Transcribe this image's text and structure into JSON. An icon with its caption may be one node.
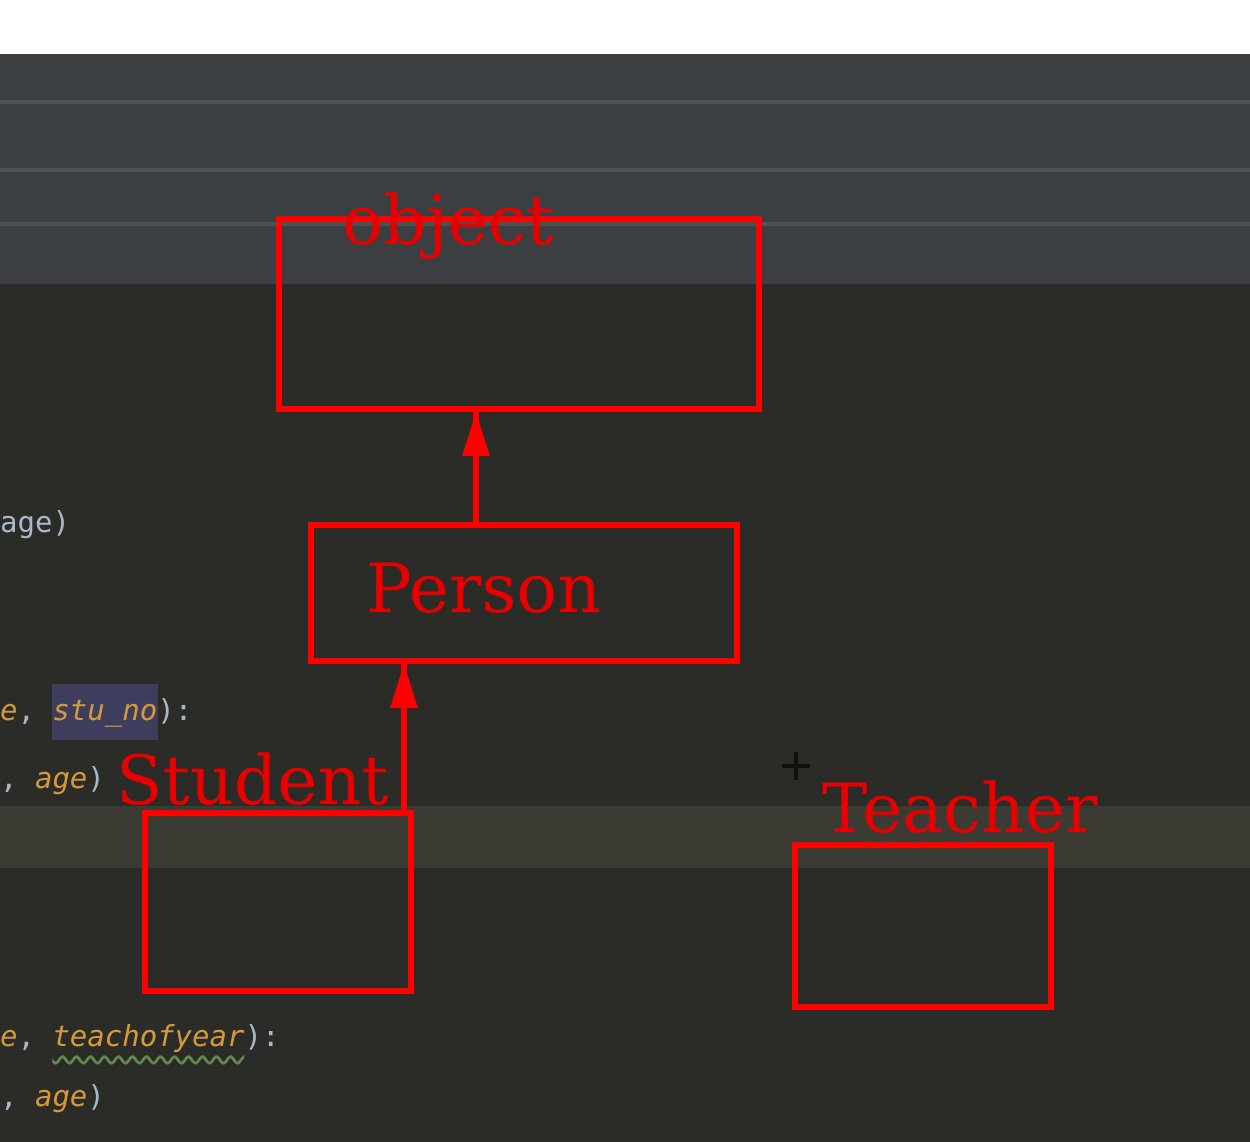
{
  "diagram": {
    "nodes": [
      {
        "text": [
          "object"
        ]
      },
      {
        "text": [
          "Person"
        ]
      },
      {
        "text": [
          "Student"
        ]
      },
      {
        "text": [
          "Teacher"
        ]
      }
    ],
    "edges": [
      {
        "from": 2,
        "to": 1,
        "arrow": "to"
      },
      {
        "from": 1,
        "to": 0,
        "arrow": "to"
      }
    ],
    "labels": [
      "age)",
      "*e*, *stu_no*):",
      ", *age*)",
      "*e*, *teachofyear*):",
      ", *age*)"
    ]
  }
}
